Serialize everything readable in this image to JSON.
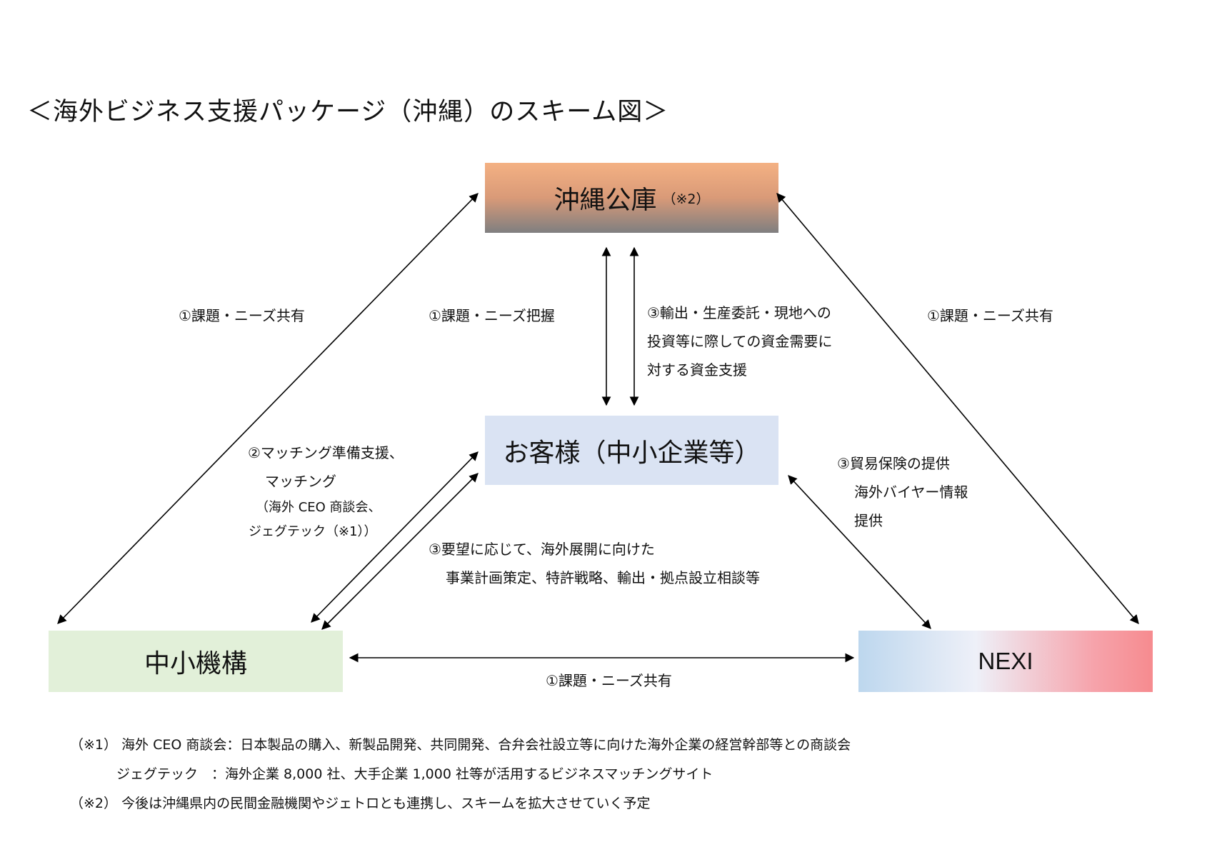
{
  "title": "＜海外ビジネス支援パッケージ（沖縄）のスキーム図＞",
  "boxes": {
    "okinawa": {
      "label": "沖縄公庫",
      "note": "（※2）"
    },
    "customer": {
      "label": "お客様（中小企業等）"
    },
    "smrj": {
      "label": "中小機構"
    },
    "nexi": {
      "label": "NEXI"
    }
  },
  "labels": {
    "left_diag": "①課題・ニーズ共有",
    "right_diag": "①課題・ニーズ共有",
    "bottom": "①課題・ニーズ共有",
    "grasp": "①課題・ニーズ把握",
    "fund": [
      "③輸出・生産委託・現地への",
      "投資等に際しての資金需要に",
      "対する資金支援"
    ],
    "matching": [
      "②マッチング準備支援、",
      "マッチング"
    ],
    "matching_note": [
      "（海外 CEO 商談会、",
      "ジェグテック（※1））"
    ],
    "request": [
      "③要望に応じて、海外展開に向けた",
      "事業計画策定、特許戦略、輸出・拠点設立相談等"
    ],
    "trade": [
      "③貿易保険の提供",
      "海外バイヤー情報",
      "提供"
    ]
  },
  "footnotes": [
    {
      "mark": "（※1）",
      "text": "海外 CEO 商談会：日本製品の購入、新製品開発、共同開発、合弁会社設立等に向けた海外企業の経営幹部等との商談会"
    },
    {
      "mark": "",
      "text": "ジェグテック　：海外企業 8,000 社、大手企業 1,000 社等が活用するビジネスマッチングサイト"
    },
    {
      "mark": "（※2）",
      "text": "今後は沖縄県内の民間金融機関やジェトロとも連携し、スキームを拡大させていく予定"
    }
  ],
  "colors": {
    "okinawa_top": "#f4b183",
    "okinawa_bottom": "#7f7f80",
    "customer": "#dae3f3",
    "smrj": "#e2f0d9",
    "nexi_left": "#bdd7ee",
    "nexi_right": "#f68b8f",
    "arrow": "#000000"
  }
}
